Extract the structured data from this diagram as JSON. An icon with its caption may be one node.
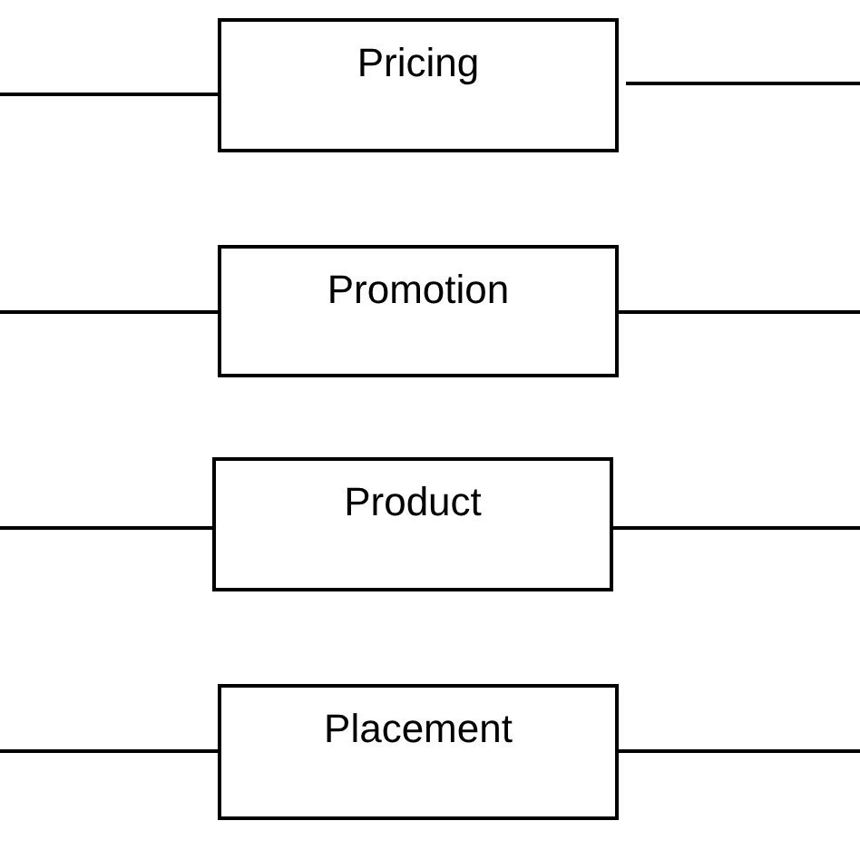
{
  "diagram": {
    "nodes": [
      {
        "text": [
          "Pricing"
        ]
      },
      {
        "text": [
          "Promotion"
        ]
      },
      {
        "text": [
          "Product"
        ]
      },
      {
        "text": [
          "Placement"
        ]
      }
    ],
    "edges": [
      {
        "from": null,
        "to": 0,
        "arrow": "none"
      },
      {
        "from": 0,
        "to": null,
        "arrow": "none"
      },
      {
        "from": null,
        "to": 1,
        "arrow": "none"
      },
      {
        "from": 1,
        "to": null,
        "arrow": "none"
      },
      {
        "from": null,
        "to": 2,
        "arrow": "none"
      },
      {
        "from": 2,
        "to": null,
        "arrow": "none"
      },
      {
        "from": null,
        "to": 3,
        "arrow": "none"
      },
      {
        "from": 3,
        "to": null,
        "arrow": "none"
      }
    ]
  }
}
